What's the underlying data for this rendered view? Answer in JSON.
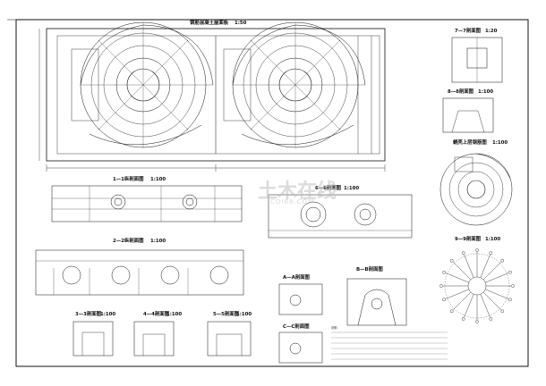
{
  "titles": {
    "main_plan": "钢筋混凝土屋面板",
    "scale_1_50": "1:50",
    "s1": "1—1纵剖面图",
    "s1_scale": "1:100",
    "s2": "2—2纵剖面图",
    "s2_scale": "1:100",
    "s3": "3—3剖面图",
    "s3_scale": "1:100",
    "s4": "4—4剖面图",
    "s5": "5—5剖面图",
    "s6": "6—6剖面图",
    "s7": "7—7剖面图",
    "s7_scale": "1:20",
    "s8": "8—8剖面图",
    "s8_scale": "1:100",
    "s9": "9—9剖面图",
    "s9_scale": "1:100",
    "spiral": "蜗壳上层钢筋图",
    "spiral_scale": "1:100",
    "a_a": "A—A剖面图",
    "b_b": "B—B剖面图",
    "c_c": "C—C剖面图",
    "s_scale": "1:100"
  },
  "watermark": {
    "cn": "土木在线",
    "en": "COI88.COM"
  },
  "notes_heading": "说明：",
  "colors": {
    "ink": "#111111",
    "watermark": "#bfbfbf"
  }
}
